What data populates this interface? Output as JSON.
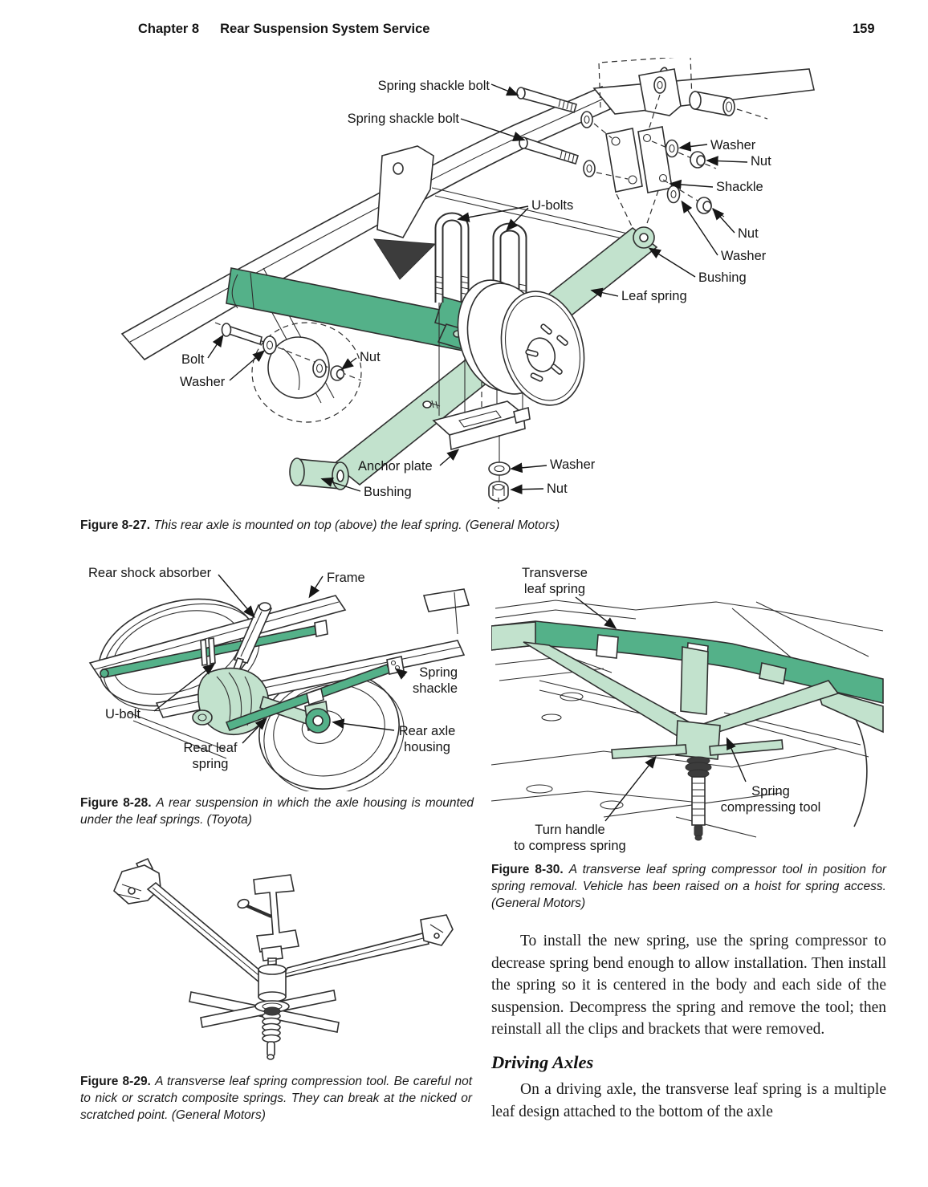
{
  "header": {
    "chapter": "Chapter 8",
    "title": "Rear Suspension System Service",
    "page_number": "159"
  },
  "colors": {
    "dark_green": "#54b189",
    "light_green": "#c2e2cd",
    "ink": "#1f1f1f"
  },
  "figures": {
    "fig27": {
      "labels": {
        "spring_shackle_bolt_1": "Spring shackle bolt",
        "spring_shackle_bolt_2": "Spring shackle bolt",
        "washer_top": "Washer",
        "nut_top": "Nut",
        "shackle": "Shackle",
        "nut_mid": "Nut",
        "washer_mid": "Washer",
        "bushing_right": "Bushing",
        "leaf_spring": "Leaf spring",
        "u_bolts": "U-bolts",
        "bolt": "Bolt",
        "washer_left": "Washer",
        "nut_center": "Nut",
        "anchor_plate": "Anchor plate",
        "bushing_bottom": "Bushing",
        "washer_bottom": "Washer",
        "nut_bottom": "Nut"
      },
      "caption_lead": "Figure 8-27.",
      "caption": "This rear axle is mounted on top (above) the leaf spring. (General Motors)"
    },
    "fig28": {
      "labels": {
        "rear_shock_absorber": "Rear shock absorber",
        "frame": "Frame",
        "spring_shackle": {
          "line1": "Spring",
          "line2": "shackle"
        },
        "u_bolt": "U-bolt",
        "rear_leaf_spring": {
          "line1": "Rear leaf",
          "line2": "spring"
        },
        "rear_axle_housing": {
          "line1": "Rear axle",
          "line2": "housing"
        }
      },
      "caption_lead": "Figure 8-28.",
      "caption": "A rear suspension in which the axle housing is mounted under the leaf springs. (Toyota)"
    },
    "fig29": {
      "caption_lead": "Figure 8-29.",
      "caption": "A transverse leaf spring compression tool. Be careful not to nick or scratch composite springs. They can break at the nicked or scratched point. (General Motors)"
    },
    "fig30": {
      "labels": {
        "transverse_leaf_spring": {
          "line1": "Transverse",
          "line2": "leaf spring"
        },
        "spring_compressing_tool": {
          "line1": "Spring",
          "line2": "compressing tool"
        },
        "turn_handle": {
          "line1": "Turn handle",
          "line2": "to compress spring"
        }
      },
      "caption_lead": "Figure 8-30.",
      "caption": "A transverse leaf spring compressor tool in position for spring removal. Vehicle has been raised on a hoist for spring access. (General Motors)"
    }
  },
  "body": {
    "paragraph_1": "To install the new spring, use the spring compressor to decrease spring bend enough to allow installation. Then install the spring so it is centered in the body and each side of the suspension. Decompress the spring and remove the tool; then reinstall all the clips and brackets that were removed.",
    "heading": "Driving Axles",
    "paragraph_2": "On a driving axle, the transverse leaf spring is a multiple leaf design attached to the bottom of the axle"
  }
}
